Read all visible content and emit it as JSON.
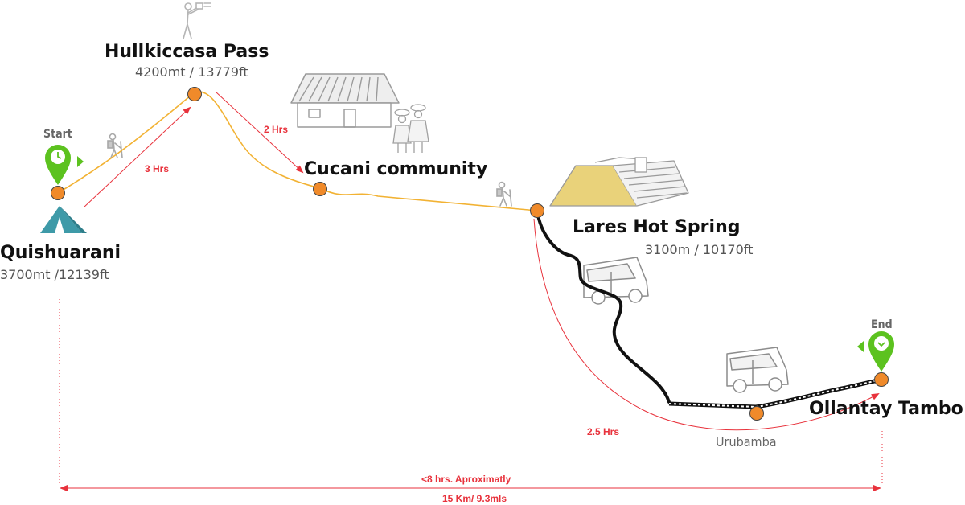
{
  "colors": {
    "trail": "#F2B233",
    "duration": "#E8323C",
    "node": "#F08A2A",
    "pin": "#5CC21F",
    "tent": "#3E9AA8",
    "road": "#111111",
    "icon": "#B5B5B5"
  },
  "icons": {
    "start_pin": "start-location-pin-icon",
    "end_pin": "end-location-pin-icon",
    "tent": "tent-icon",
    "hiker": "hiker-icon",
    "photographer": "photographer-icon",
    "hut": "thatched-hut-icon",
    "villagers": "villagers-icon",
    "hot_spring": "hot-spring-pool-icon",
    "van": "van-icon"
  },
  "start_label": "Start",
  "end_label": "End",
  "stops": [
    {
      "name": "Quishuarani",
      "altitude": "3700mt /12139ft"
    },
    {
      "name": "Hullkiccasa Pass",
      "altitude": "4200mt / 13779ft"
    },
    {
      "name": "Cucani community",
      "altitude": ""
    },
    {
      "name": "Lares Hot Spring",
      "altitude": "3100m / 10170ft"
    },
    {
      "name": "Urubamba",
      "altitude": ""
    },
    {
      "name": "Ollantay Tambo",
      "altitude": ""
    }
  ],
  "legs": [
    {
      "from": "Quishuarani",
      "to": "Hullkiccasa Pass",
      "duration": "3 Hrs"
    },
    {
      "from": "Hullkiccasa Pass",
      "to": "Cucani community",
      "duration": "2 Hrs"
    },
    {
      "from": "Lares Hot Spring",
      "to": "Ollantay Tambo",
      "duration": "2.5 Hrs"
    }
  ],
  "total": {
    "time": "<8 hrs. Aproximatly",
    "distance": "15 Km/ 9.3mls"
  }
}
